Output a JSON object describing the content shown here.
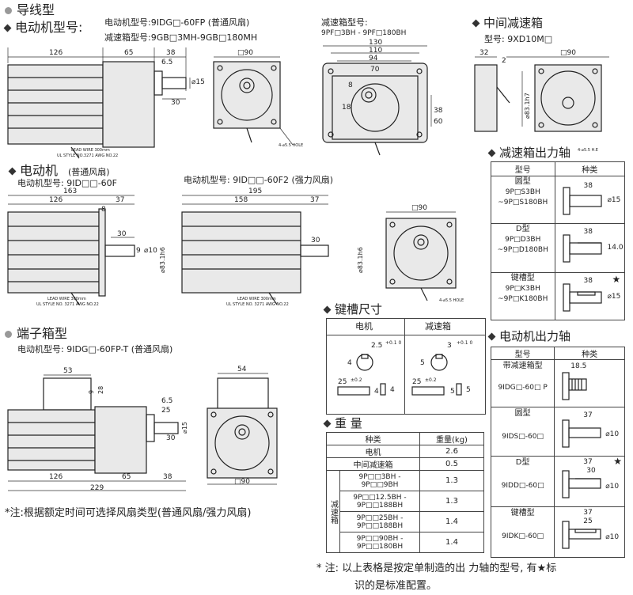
{
  "s1": {
    "title": "导线型",
    "motor_model_label": "电动机型号:",
    "motor_model": "电动机型号:9IDG□-60FP (普通风扇)",
    "gear_model": "减速箱型号:9GB□3MH-9GB□180MH"
  },
  "s1_dims": {
    "d126": "126",
    "d65": "65",
    "d38": "38",
    "d6_5": "6.5",
    "d30": "30",
    "d15": "⌀15",
    "d90": "□90",
    "lead_wire": "LEAD WIRE 300mm",
    "ul": "UL STYLE NO.3271 AWG NO.22",
    "hole": "4-⌀5.5 HOLE"
  },
  "s1g": {
    "label": "减速箱型号:",
    "model": "9PF□3BH - 9PF□180BH",
    "d130": "130",
    "d110": "110",
    "d94": "94",
    "d70": "70",
    "d18": "18",
    "d8": "8",
    "d38": "38",
    "d60": "60"
  },
  "s1m": {
    "title": "中间减速箱",
    "label": "型号: 9XD10M□",
    "d32": "32",
    "d2": "2",
    "d90": "□90",
    "d83": "⌀83.1h7",
    "hole": "4-⌀5.5 H.E"
  },
  "s2": {
    "title": "电动机",
    "subtitle": "(普通风扇)",
    "model_a": "电动机型号: 9ID□□-60F",
    "model_b": "电动机型号: 9ID□□-60F2 (强力风扇)"
  },
  "s2_dims": {
    "d163": "163",
    "d126": "126",
    "d8": "8",
    "d37": "37",
    "d30": "30",
    "d9": "9",
    "d10": "⌀10",
    "d83": "⌀83.1h6",
    "d195": "195",
    "d158": "158",
    "d37b": "37",
    "d30b": "30",
    "d90": "□90",
    "lead": "LEAD WIRE 300mm",
    "ul": "UL STYLE NO. 3271 AWG NO.22",
    "hole": "4-⌀5.5 HOLE"
  },
  "key": {
    "title": "键槽尺寸",
    "col_motor": "电机",
    "col_gear": "减速箱",
    "m_w": "2.5",
    "m_tol": "+0.1 0",
    "m_h": "4",
    "m_len": "25",
    "m_len_tol": "±0.2",
    "m_k": "4",
    "m_r": "4",
    "g_w": "3",
    "g_tol": "+0.1 0",
    "g_h": "5",
    "g_len": "25",
    "g_len_tol": "±0.2",
    "g_k": "5",
    "g_r": "5"
  },
  "weight": {
    "title": "重 量",
    "headers": [
      "种类",
      "重量(kg)"
    ],
    "rows": [
      {
        "name": "电机",
        "value": "2.6"
      },
      {
        "name": "中间减速箱",
        "value": "0.5"
      }
    ],
    "group_label": "减速箱",
    "group_rows": [
      {
        "name": "9P□□3BH - 9P□□9BH",
        "value": "1.3"
      },
      {
        "name": "9P□□12.5BH - 9P□□188BH",
        "value": "1.3"
      },
      {
        "name": "9P□□25BH - 9P□□188BH",
        "value": "1.4"
      },
      {
        "name": "9P□□90BH - 9P□□180BH",
        "value": "1.4"
      }
    ]
  },
  "gear_shaft": {
    "title": "减速箱出力轴",
    "headers": [
      "型号",
      "种类"
    ],
    "rows": [
      {
        "type": "圆型",
        "models": "9P□S3BH ~9P□S180BH",
        "d1": "38",
        "d2": "⌀15"
      },
      {
        "type": "D型",
        "models": "9P□D3BH ~9P□D180BH",
        "d1": "38",
        "d2": "14.0"
      },
      {
        "type": "键槽型",
        "models": "9P□K3BH ~9P□K180BH",
        "d1": "38",
        "d2": "⌀15"
      }
    ]
  },
  "motor_shaft": {
    "title": "电动机出力轴",
    "headers": [
      "型号",
      "种类"
    ],
    "rows": [
      {
        "type": "带减速箱型",
        "model": "9IDG□-60□ P",
        "d1": "18.5",
        "d2": ""
      },
      {
        "type": "圆型",
        "model": "9IDS□-60□",
        "d1": "37",
        "d2": "⌀10"
      },
      {
        "type": "D型",
        "model": "9IDD□-60□",
        "d1": "37",
        "d2": "⌀10",
        "d3": "30"
      },
      {
        "type": "键槽型",
        "model": "9IDK□-60□",
        "d1": "37",
        "d2": "⌀10",
        "d3": "25"
      }
    ]
  },
  "s3": {
    "title": "端子箱型",
    "model": "电动机型号: 9IDG□-60FP-T (普通风扇)",
    "d53": "53",
    "d6_5": "6.5",
    "d25": "25",
    "d30": "30",
    "d28": "28",
    "d9": "9",
    "d15": "⌀15",
    "d126": "126",
    "d65": "65",
    "d38": "38",
    "d229": "229",
    "d54": "54",
    "d90": "□90"
  },
  "notes": {
    "note1": "*注:根据额定时间可选择风扇类型(普通风扇/强力风扇)",
    "note2_a": "* 注: 以上表格是按定单制造的出 力轴的型号, 有★标",
    "note2_b": "识的是标准配置。"
  },
  "star": "★"
}
